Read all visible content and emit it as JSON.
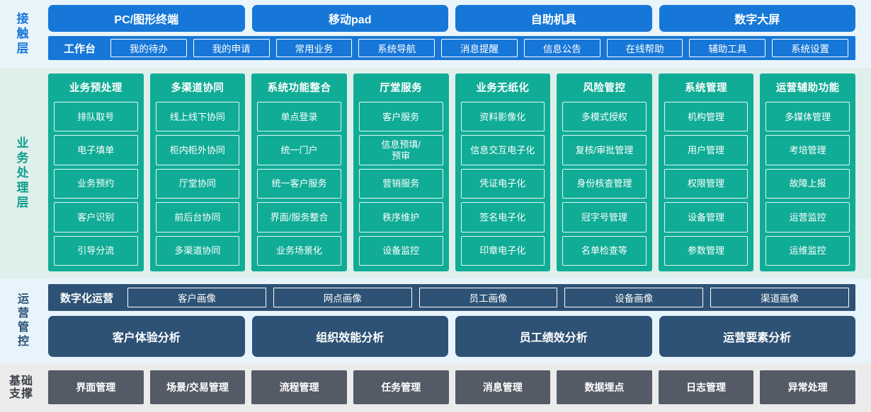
{
  "layers": [
    {
      "id": "contact",
      "label": "接触层",
      "terminals": [
        "PC/图形终端",
        "移动pad",
        "自助机具",
        "数字大屏"
      ],
      "workbench_label": "工作台",
      "workbench_items": [
        "我的待办",
        "我的申请",
        "常用业务",
        "系统导航",
        "消息提醒",
        "信息公告",
        "在线帮助",
        "辅助工具",
        "系统设置"
      ],
      "color": "#1677d8",
      "background": "#eaf4fb"
    },
    {
      "id": "business",
      "label": "业务处理层",
      "color": "#10ac96",
      "background": "#dff0ec",
      "columns": [
        {
          "title": "业务预处理",
          "items": [
            "排队取号",
            "电子填单",
            "业务预约",
            "客户识别",
            "引导分流"
          ]
        },
        {
          "title": "多渠道协同",
          "items": [
            "线上线下协同",
            "柜内柜外协同",
            "厅堂协同",
            "前后台协同",
            "多渠道协同"
          ]
        },
        {
          "title": "系统功能整合",
          "items": [
            "单点登录",
            "统一门户",
            "统一客户服务",
            "界面/服务整合",
            "业务场景化"
          ]
        },
        {
          "title": "厅堂服务",
          "items": [
            "客户服务",
            "信息预填/\n预审",
            "营销服务",
            "秩序维护",
            "设备监控"
          ]
        },
        {
          "title": "业务无纸化",
          "items": [
            "资料影像化",
            "信息交互电子化",
            "凭证电子化",
            "签名电子化",
            "印章电子化"
          ]
        },
        {
          "title": "风险管控",
          "items": [
            "多模式授权",
            "复核/审批管理",
            "身份核查管理",
            "冠字号管理",
            "名单检查等"
          ]
        },
        {
          "title": "系统管理",
          "items": [
            "机构管理",
            "用户管理",
            "权限管理",
            "设备管理",
            "参数管理"
          ]
        },
        {
          "title": "运营辅助功能",
          "items": [
            "多媒体管理",
            "考培管理",
            "故障上报",
            "运营监控",
            "运维监控"
          ]
        }
      ]
    },
    {
      "id": "operations",
      "label": "运营管控",
      "color": "#2d5275",
      "background": "#e8f4fb",
      "digital_label": "数字化运营",
      "portraits": [
        "客户画像",
        "网点画像",
        "员工画像",
        "设备画像",
        "渠道画像"
      ],
      "analyses": [
        "客户体验分析",
        "组织效能分析",
        "员工绩效分析",
        "运营要素分析"
      ]
    },
    {
      "id": "foundation",
      "label_lines": [
        "基础",
        "支撑"
      ],
      "color": "#545a66",
      "background": "#ebebeb",
      "items": [
        "界面管理",
        "场景/交易管理",
        "流程管理",
        "任务管理",
        "消息管理",
        "数据埋点",
        "日志管理",
        "异常处理"
      ]
    }
  ]
}
